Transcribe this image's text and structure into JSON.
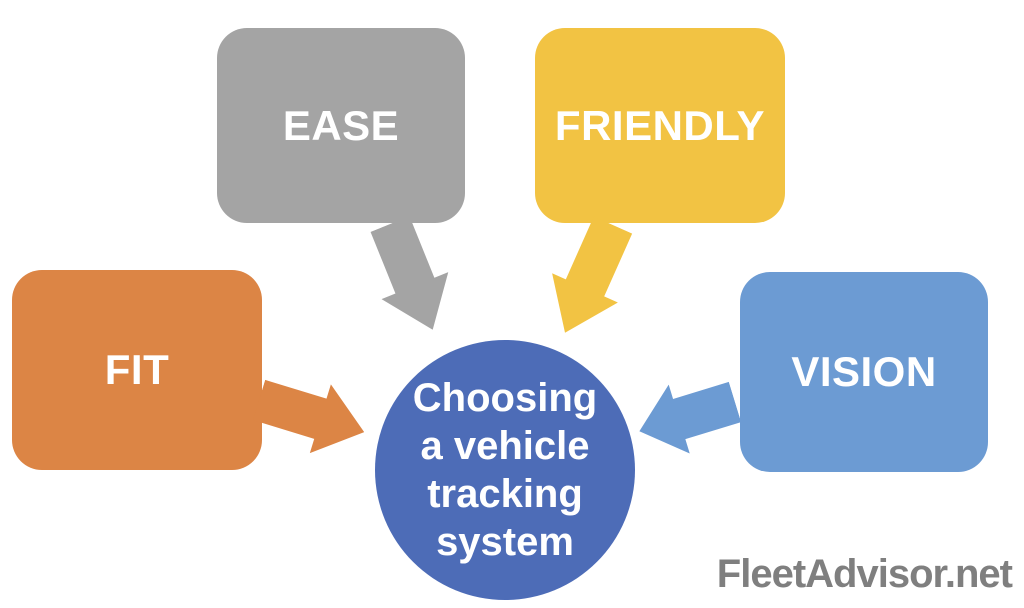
{
  "diagram": {
    "center": {
      "lines": [
        "Choosing",
        "a vehicle",
        "tracking",
        "system"
      ],
      "full_text": "Choosing a vehicle tracking system",
      "color": "#4d6cb7",
      "text_color": "#ffffff"
    },
    "nodes": [
      {
        "label": "FIT",
        "color": "#dc8545"
      },
      {
        "label": "EASE",
        "color": "#a4a4a4"
      },
      {
        "label": "FRIENDLY",
        "color": "#f2c343"
      },
      {
        "label": "VISION",
        "color": "#6c9bd3"
      }
    ],
    "watermark": {
      "text": "FleetAdvisor.net",
      "color": "#7f7f7f"
    }
  }
}
